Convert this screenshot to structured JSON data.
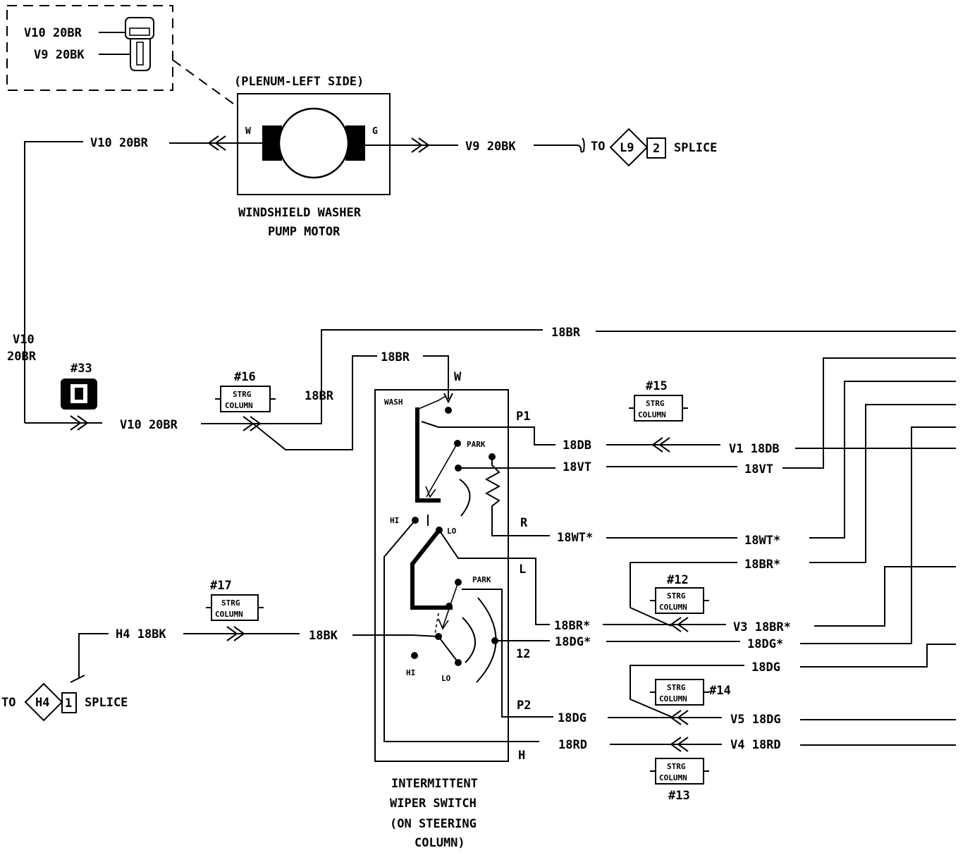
{
  "connector_inset": {
    "wire1": "V10 20BR",
    "wire2": "V9 20BK"
  },
  "motor": {
    "location": "(PLENUM-LEFT SIDE)",
    "terminal_w": "W",
    "terminal_g": "G",
    "name_line1": "WINDSHIELD WASHER",
    "name_line2": "PUMP MOTOR"
  },
  "wires": {
    "v10_top": "V10 20BR",
    "v9_top": "V9 20BK",
    "v10_vert_1": "V10",
    "v10_vert_2": "20BR",
    "v10_bottom": "V10 20BR",
    "br_top": "18BR",
    "br_mid": "18BR",
    "br_vert": "18BR",
    "h4": "H4 18BK",
    "bk": "18BK",
    "db": "18DB",
    "v1": "V1 18DB",
    "vt_left": "18VT",
    "vt_right": "18VT",
    "wt_left": "18WT*",
    "wt_right": "18WT*",
    "br_star_right": "18BR*",
    "br_star_left": "18BR*",
    "v3": "V3 18BR*",
    "dg_star_left": "18DG*",
    "dg_star_right": "18DG*",
    "dg_right": "18DG",
    "dg_left": "18DG",
    "v5": "V5 18DG",
    "rd_left": "18RD",
    "v4": "V4 18RD"
  },
  "splices": {
    "l9": {
      "to": "TO",
      "id": "L9",
      "num": "2",
      "label": "SPLICE"
    },
    "h4": {
      "to": "TO",
      "id": "H4",
      "num": "1",
      "label": "SPLICE"
    }
  },
  "refs": {
    "r33": "#33",
    "r16": "#16",
    "r15": "#15",
    "r17": "#17",
    "r12": "#12",
    "r14": "#14",
    "r13": "#13",
    "strg1": "STRG",
    "strg2": "COLUMN"
  },
  "switch": {
    "wash": "WASH",
    "w": "W",
    "p1": "P1",
    "park1": "PARK",
    "r": "R",
    "hi1": "HI",
    "lo1": "LO",
    "l": "L",
    "park2": "PARK",
    "t12": "12",
    "hi2": "HI",
    "lo2": "LO",
    "p2": "P2",
    "h": "H",
    "name_line1": "INTERMITTENT",
    "name_line2": "WIPER SWITCH",
    "name_line3": "(ON STEERING",
    "name_line4": "COLUMN)"
  }
}
